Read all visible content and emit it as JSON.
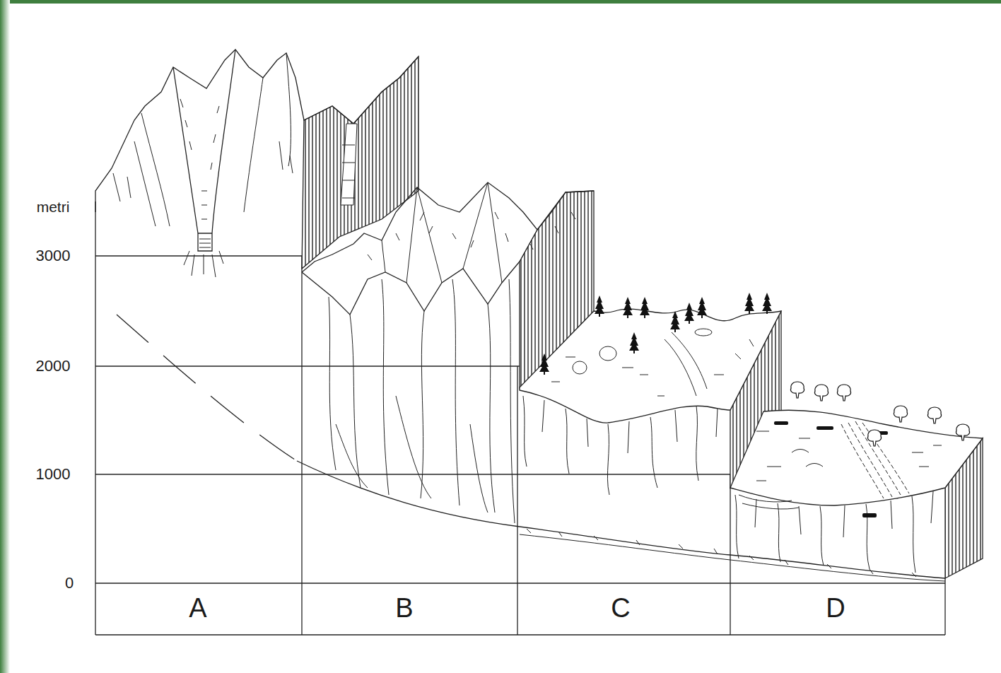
{
  "diagram": {
    "labels": [
      "metri",
      "3000",
      "2000",
      "1000",
      "0",
      "A",
      "B",
      "C",
      "D"
    ]
  }
}
